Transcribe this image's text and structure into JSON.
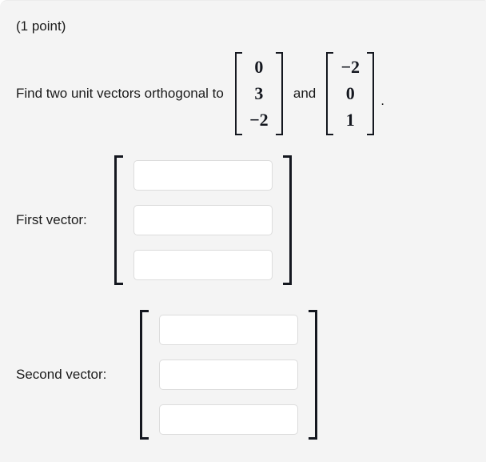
{
  "problem": {
    "point_header": "(1 point)",
    "prompt": "Find two unit vectors orthogonal to",
    "conjunction": "and",
    "terminator": ".",
    "given_vectors": [
      {
        "name": "vector-a",
        "components": [
          "0",
          "3",
          "−2"
        ]
      },
      {
        "name": "vector-b",
        "components": [
          "−2",
          "0",
          "1"
        ]
      }
    ]
  },
  "answers": [
    {
      "label": "First vector:",
      "fields": [
        {
          "value": "",
          "placeholder": ""
        },
        {
          "value": "",
          "placeholder": ""
        },
        {
          "value": "",
          "placeholder": ""
        }
      ]
    },
    {
      "label": "Second vector:",
      "fields": [
        {
          "value": "",
          "placeholder": ""
        },
        {
          "value": "",
          "placeholder": ""
        },
        {
          "value": "",
          "placeholder": ""
        }
      ]
    }
  ],
  "colors": {
    "page_background": "#f4f4f4",
    "text": "#1b1b1b",
    "bracket": "#14171f",
    "input_border": "#dcdcdc",
    "input_background": "#ffffff"
  }
}
